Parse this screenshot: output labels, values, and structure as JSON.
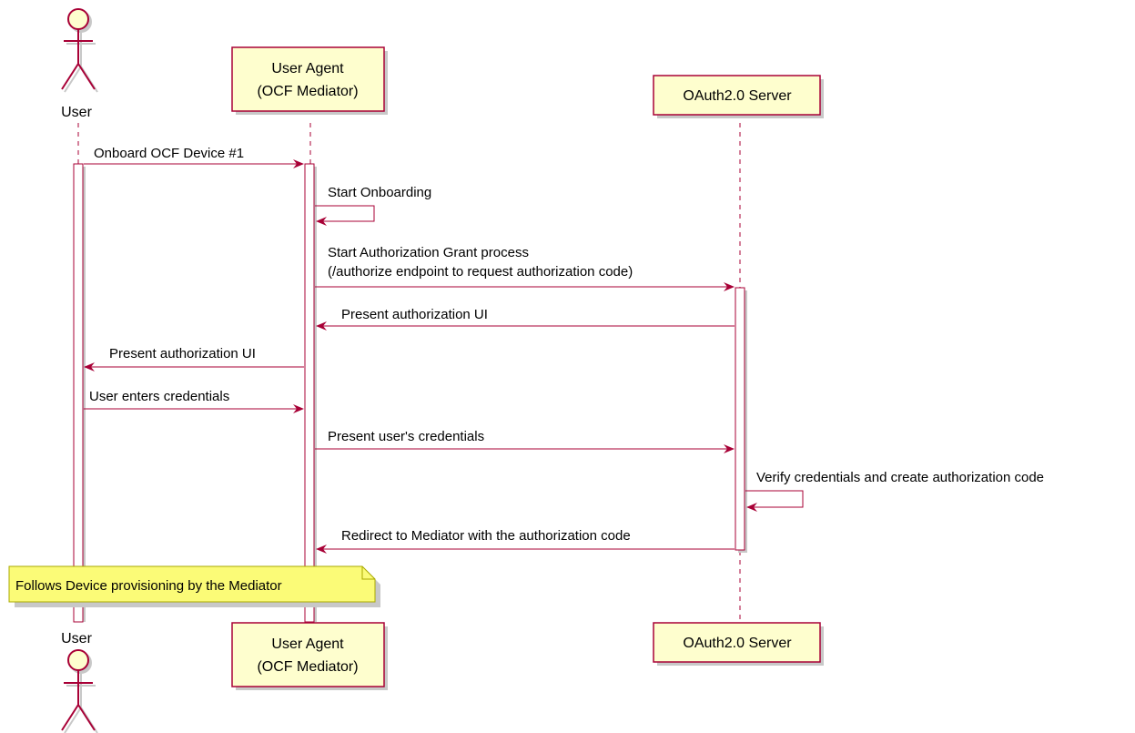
{
  "participants": {
    "user": {
      "label": "User"
    },
    "agent": {
      "line1": "User Agent",
      "line2": "(OCF Mediator)"
    },
    "server": {
      "label": "OAuth2.0 Server"
    }
  },
  "messages": [
    {
      "id": "m1",
      "text": "Onboard OCF Device #1"
    },
    {
      "id": "m2",
      "text": "Start Onboarding"
    },
    {
      "id": "m3",
      "line1": "Start Authorization Grant process",
      "line2": "(/authorize endpoint to request authorization code)"
    },
    {
      "id": "m4",
      "text": "Present authorization UI"
    },
    {
      "id": "m5",
      "text": "Present authorization UI"
    },
    {
      "id": "m6",
      "text": "User enters credentials"
    },
    {
      "id": "m7",
      "text": "Present user's credentials"
    },
    {
      "id": "m8",
      "text": "Verify credentials and create authorization code"
    },
    {
      "id": "m9",
      "text": "Redirect to Mediator with the authorization code"
    }
  ],
  "note": {
    "text": "Follows Device provisioning by the Mediator"
  },
  "colors": {
    "arrow": "#A80036",
    "box_fill": "#FEFECE",
    "box_border": "#A80036",
    "note_fill": "#FBFB77",
    "note_border": "#A8A800",
    "shadow": "#C8C8C8"
  }
}
